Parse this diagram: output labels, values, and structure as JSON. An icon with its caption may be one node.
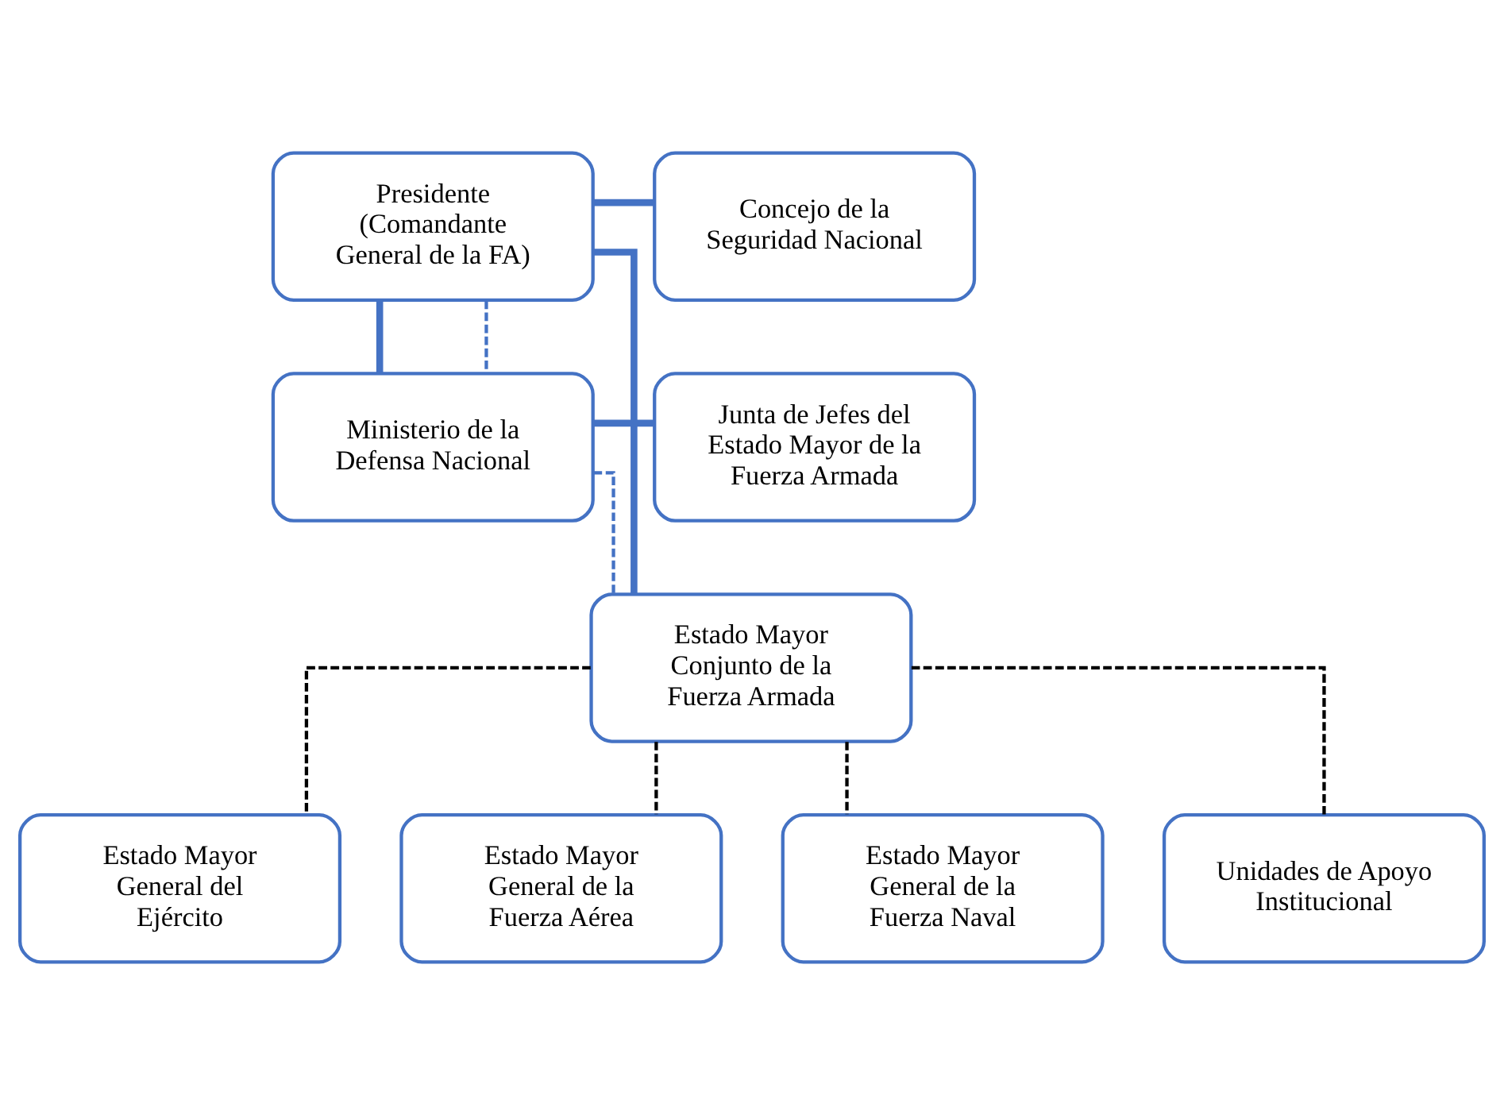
{
  "diagram": {
    "nodes": [
      {
        "text": [
          "Presidente (Comandante General de la FA)"
        ]
      },
      {
        "text": [
          "Concejo de la Seguridad Nacional"
        ]
      },
      {
        "text": [
          "Ministerio de la Defensa Nacional"
        ]
      },
      {
        "text": [
          "Junta de Jefes del Estado Mayor de la Fuerza Armada"
        ]
      },
      {
        "text": [
          "Estado Mayor Conjunto de la Fuerza Armada"
        ]
      },
      {
        "text": [
          "Estado Mayor General del Ejército"
        ]
      },
      {
        "text": [
          "Estado Mayor General de la Fuerza Aérea"
        ]
      },
      {
        "text": [
          "Estado Mayor General de la Fuerza Naval"
        ]
      },
      {
        "text": [
          "Unidades de Apoyo Institucional"
        ]
      }
    ],
    "edges": [
      {
        "from": 0,
        "to": 1,
        "arrow": "none",
        "style": "thick"
      },
      {
        "from": 2,
        "to": 3,
        "arrow": "none",
        "style": "thick"
      },
      {
        "from": 0,
        "to": 2,
        "arrow": "none",
        "style": "thick"
      },
      {
        "from": 0,
        "to": 4,
        "arrow": "none",
        "style": "thick"
      },
      {
        "from": 0,
        "to": 2,
        "arrow": "none",
        "style": "dashed"
      },
      {
        "from": 2,
        "to": 4,
        "arrow": "none",
        "style": "dashed"
      },
      {
        "from": 4,
        "to": 5,
        "arrow": "none",
        "style": "dashed",
        "color": "#000000"
      },
      {
        "from": 4,
        "to": 6,
        "arrow": "none",
        "style": "dashed",
        "color": "#000000"
      },
      {
        "from": 4,
        "to": 7,
        "arrow": "none",
        "style": "dashed",
        "color": "#000000"
      },
      {
        "from": 4,
        "to": 8,
        "arrow": "none",
        "style": "dashed",
        "color": "#000000"
      }
    ]
  }
}
